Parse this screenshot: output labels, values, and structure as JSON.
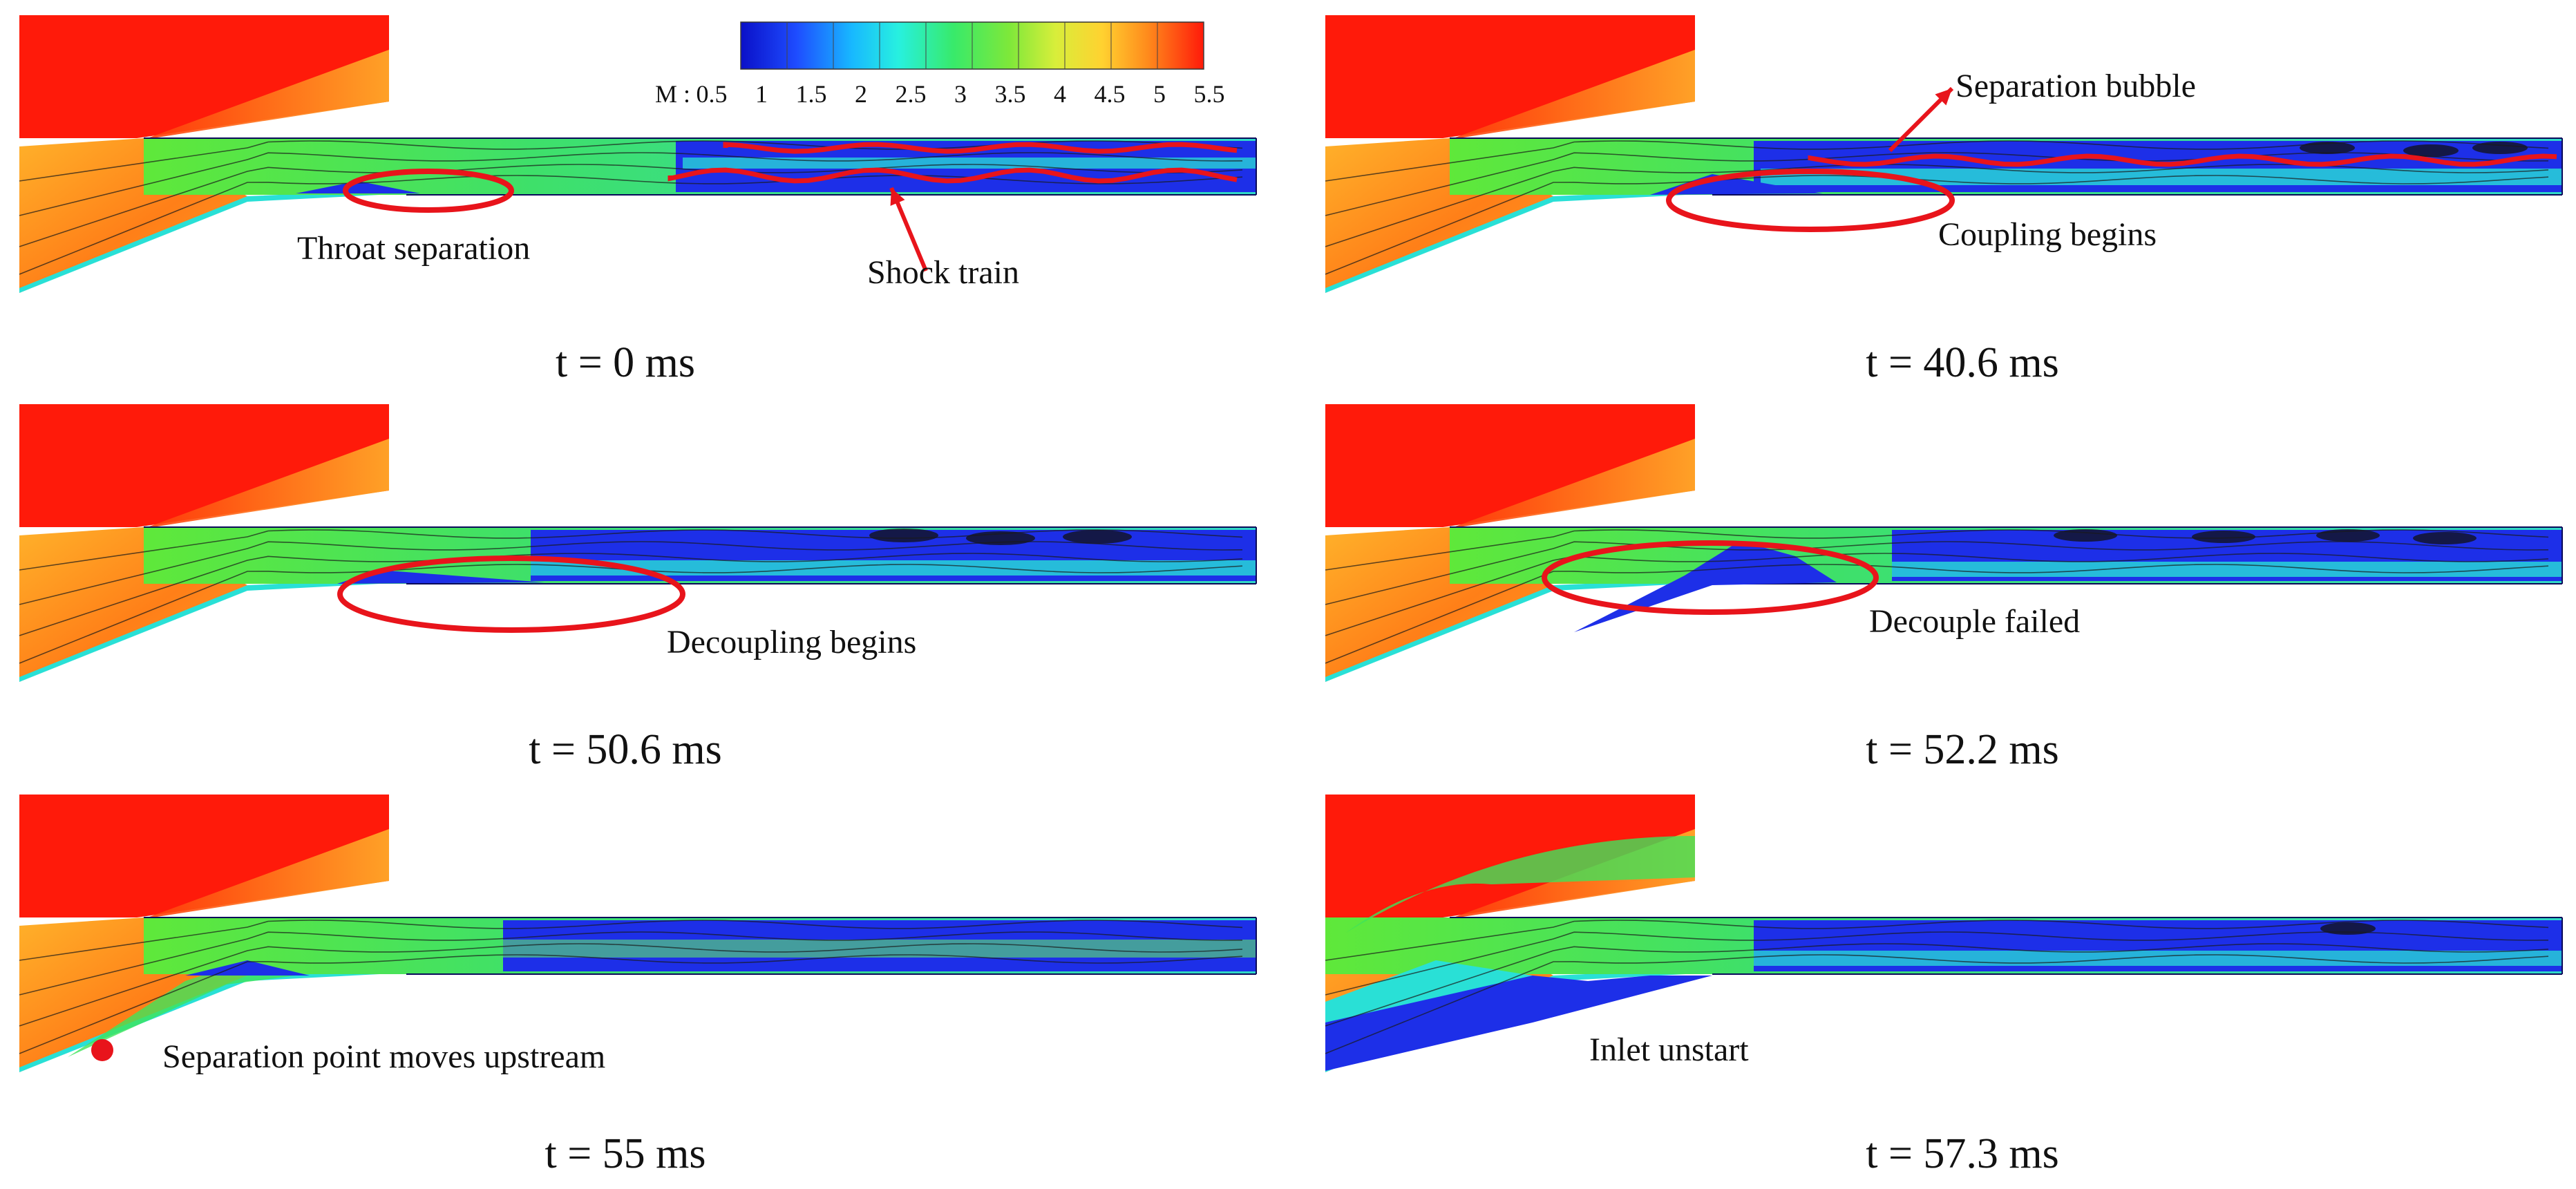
{
  "colorbar": {
    "prefix": "M :",
    "ticks": [
      "0.5",
      "1",
      "1.5",
      "2",
      "2.5",
      "3",
      "3.5",
      "4",
      "4.5",
      "5",
      "5.5"
    ]
  },
  "panels": [
    {
      "time": "t = 0 ms",
      "annotations": [
        "Throat separation",
        "Shock train"
      ]
    },
    {
      "time": "t = 40.6 ms",
      "annotations": [
        "Separation bubble",
        "Coupling begins"
      ]
    },
    {
      "time": "t = 50.6 ms",
      "annotations": [
        "Decoupling begins"
      ]
    },
    {
      "time": "t = 52.2 ms",
      "annotations": [
        "Decouple failed"
      ]
    },
    {
      "time": "t = 55 ms",
      "annotations": [
        "Separation point moves upstream"
      ]
    },
    {
      "time": "t = 57.3 ms",
      "annotations": [
        "Inlet unstart"
      ]
    }
  ],
  "colors": {
    "red": "#ff1a0a",
    "orange": "#ff8c1a",
    "yellow": "#ffd34a",
    "green": "#3fe35a",
    "cyan": "#29e0d6",
    "blue": "#1d2fe8",
    "dark_blue": "#0a0f8c",
    "annotation_red": "#e8141b"
  }
}
